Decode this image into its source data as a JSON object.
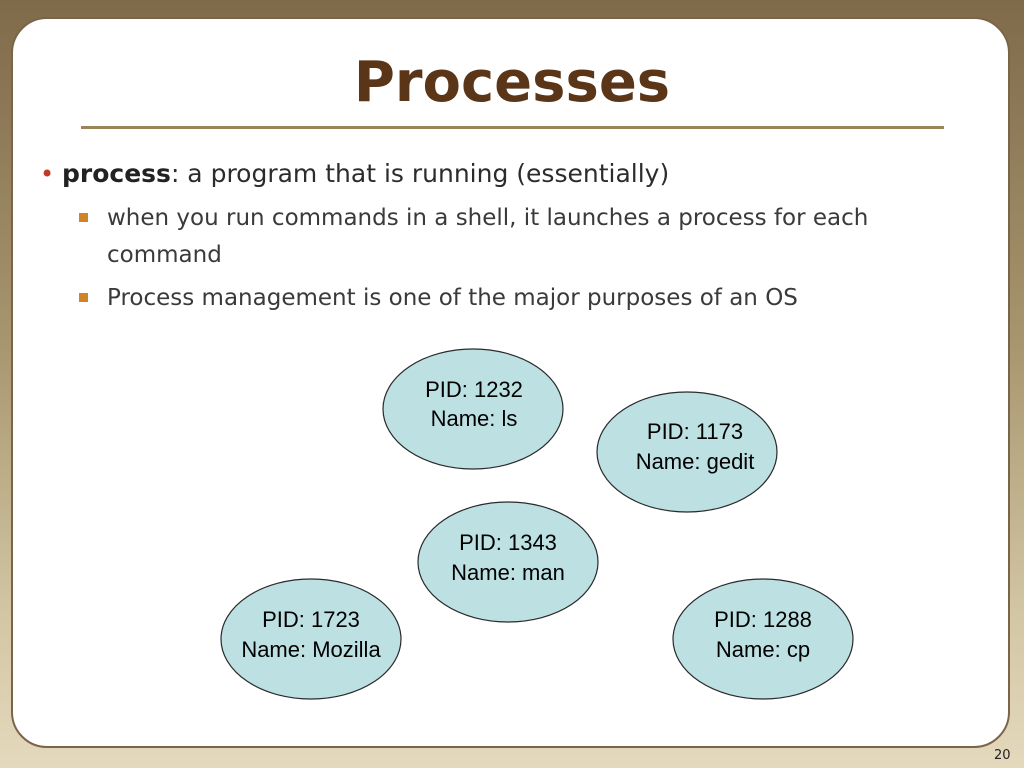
{
  "slide": {
    "title": "Processes",
    "number": "20",
    "bullets": {
      "main": {
        "term": "process",
        "text": ": a program that is running (essentially)"
      },
      "sub": [
        "when you run commands in a shell, it launches a process for each command",
        "Process management is one of the major purposes of an OS"
      ]
    }
  },
  "processes": [
    {
      "pid_label": "PID: 1232",
      "name_label": "Name: ls"
    },
    {
      "pid_label": "PID: 1173",
      "name_label": "Name: gedit"
    },
    {
      "pid_label": "PID: 1343",
      "name_label": "Name: man"
    },
    {
      "pid_label": "PID: 1723",
      "name_label": "Name: Mozilla"
    },
    {
      "pid_label": "PID: 1288",
      "name_label": "Name: cp"
    }
  ],
  "colors": {
    "title": "#5a3518",
    "ellipse_fill": "#bde0e3",
    "bullet_dot": "#c0392b",
    "sub_bullet": "#d2832a"
  }
}
